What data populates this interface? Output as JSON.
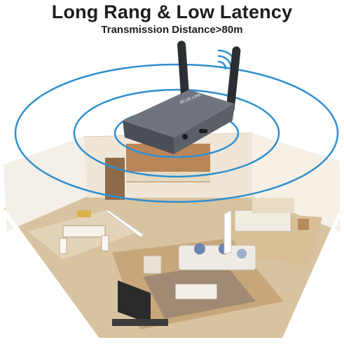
{
  "headline": {
    "title": "Long Rang & Low Latency",
    "subtitle": "Transmission Distance>80m"
  },
  "device": {
    "label": "BLUE-LINK",
    "colors": {
      "body": "#5b6068",
      "top": "#70757d",
      "edge": "#3a3e45"
    }
  },
  "signal": {
    "ring_color": "#2f8fcf",
    "wave_icon": "wifi-waves-icon"
  },
  "house": {
    "colors": {
      "wall": "#f3ece2",
      "floor": "#c9a97c",
      "rug": "#a8917a",
      "sofa": "#eae6de",
      "tv": "#2a2a2a"
    }
  }
}
